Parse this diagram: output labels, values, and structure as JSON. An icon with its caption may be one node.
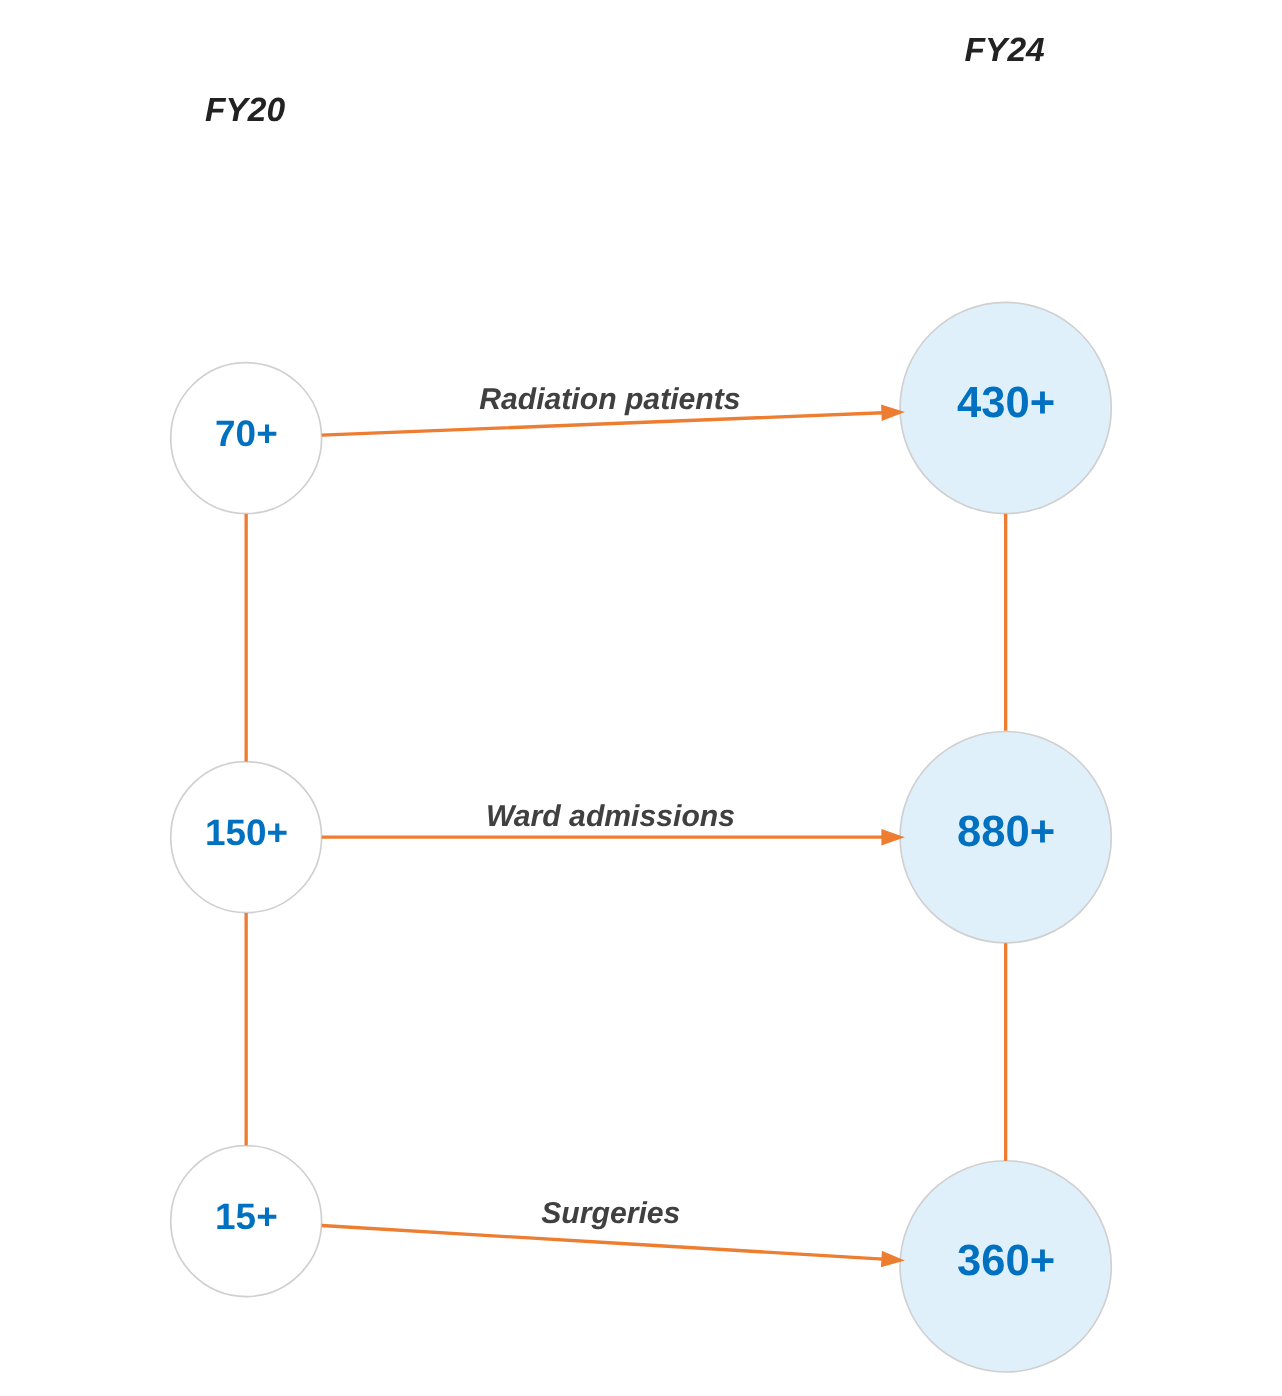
{
  "diagram": {
    "nodes": [
      {
        "text": [
          "70+"
        ]
      },
      {
        "text": [
          "430+"
        ]
      },
      {
        "text": [
          "150+"
        ]
      },
      {
        "text": [
          "880+"
        ]
      },
      {
        "text": [
          "15+"
        ]
      },
      {
        "text": [
          "360+"
        ]
      }
    ],
    "edges": [
      {
        "from": 0,
        "to": 1,
        "arrow": "to",
        "label": "Radiation patients"
      },
      {
        "from": 0,
        "to": 2,
        "arrow": "none"
      },
      {
        "from": 1,
        "to": 3,
        "arrow": "none"
      },
      {
        "from": 2,
        "to": 3,
        "arrow": "to",
        "label": "Ward admissions"
      },
      {
        "from": 2,
        "to": 4,
        "arrow": "none"
      },
      {
        "from": 3,
        "to": 5,
        "arrow": "none"
      },
      {
        "from": 4,
        "to": 5,
        "arrow": "to",
        "label": "Surgeries"
      }
    ],
    "labels": [
      "FY20",
      "FY24"
    ]
  }
}
